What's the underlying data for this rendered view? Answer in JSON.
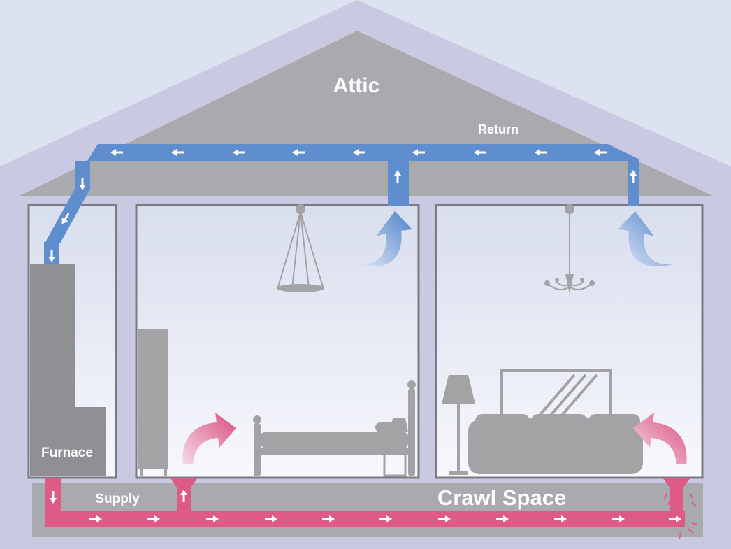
{
  "labels": {
    "attic": "Attic",
    "return": "Return",
    "furnace": "Furnace",
    "supply": "Supply",
    "crawl_space": "Crawl Space"
  },
  "colors": {
    "sky": "#dde2f1",
    "house_frame": "#c9c9e2",
    "gray_structure": "#a9aaae",
    "room_fill": "#edf0f8",
    "return_duct": "#5f8ecf",
    "supply_duct": "#dd5b86",
    "furniture": "#a3a3a6",
    "arrow_white": "#ffffff"
  },
  "icons": [
    "hanging-lamp-icon",
    "chandelier-icon",
    "bed-icon",
    "sofa-icon",
    "floor-lamp-icon",
    "wardrobe-icon",
    "leak-icon"
  ]
}
